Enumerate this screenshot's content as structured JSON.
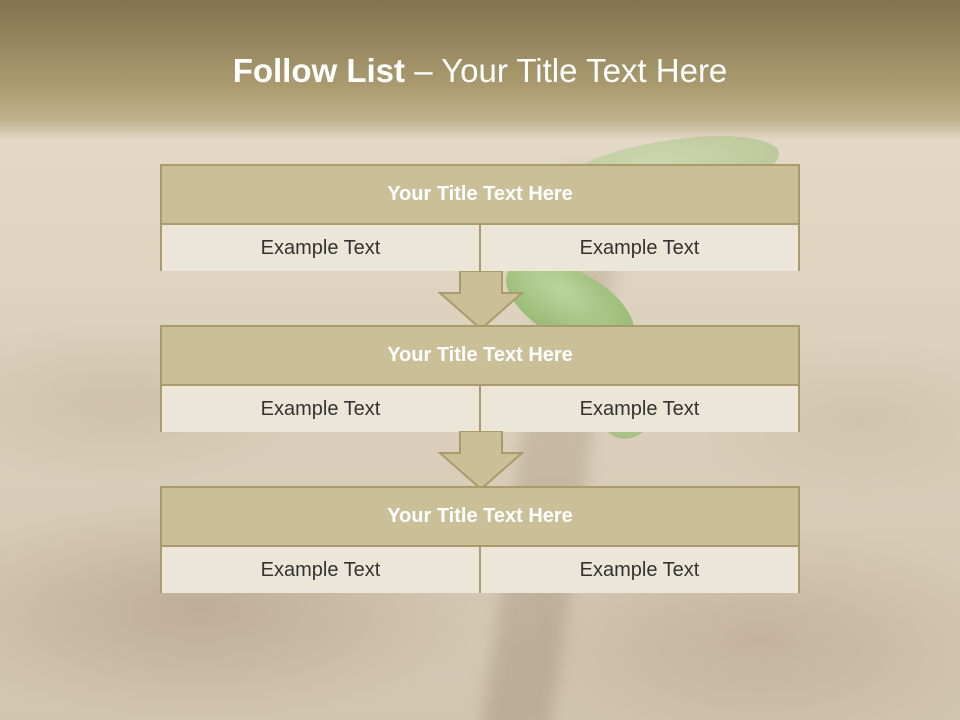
{
  "slide": {
    "title_bold": "Follow List",
    "title_rest": " – Your Title Text Here"
  },
  "blocks": [
    {
      "title": "Your Title Text Here",
      "left_text": "Example Text",
      "right_text": "Example Text"
    },
    {
      "title": "Your Title Text Here",
      "left_text": "Example Text",
      "right_text": "Example Text"
    },
    {
      "title": "Your Title Text Here",
      "left_text": "Example Text",
      "right_text": "Example Text"
    }
  ],
  "colors": {
    "header_fill": "#cbbf98",
    "cell_fill": "#ece6d9",
    "border": "#ab9b6a",
    "top_band": "#a99a6e"
  }
}
